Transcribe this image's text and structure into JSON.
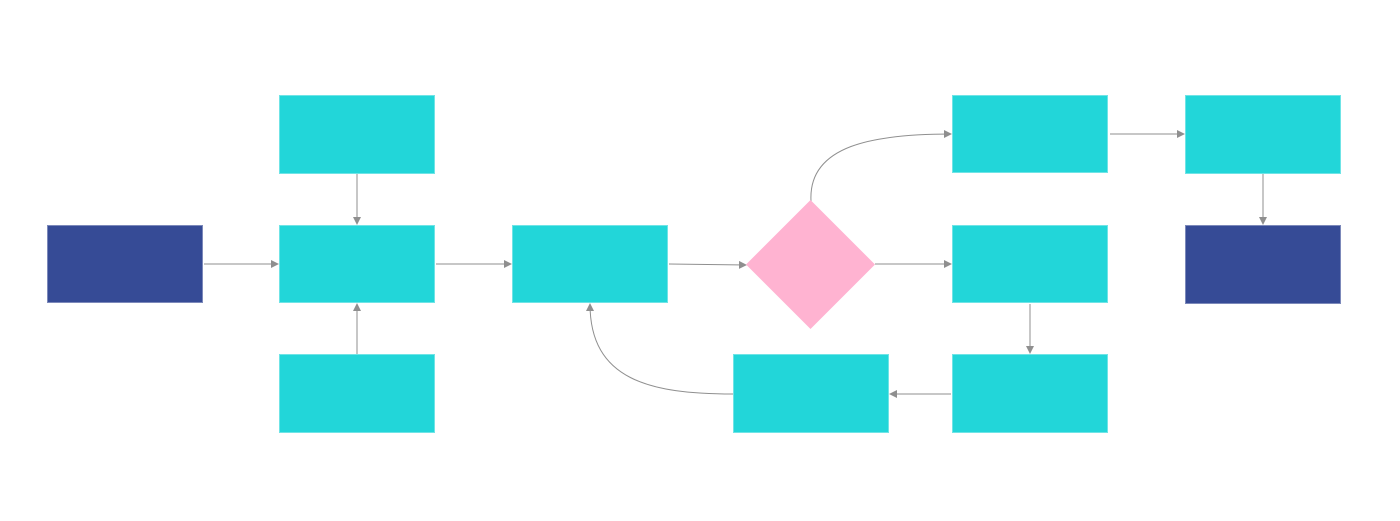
{
  "diagram": {
    "type": "flowchart",
    "colors": {
      "background": "#ffffff",
      "terminal": "#364b96",
      "process": "#22d6d9",
      "decision": "#ffb3d1",
      "connector": "#8f8f8f"
    },
    "nodes": [
      {
        "id": "start",
        "shape": "terminal",
        "label": ""
      },
      {
        "id": "input-top",
        "shape": "process",
        "label": ""
      },
      {
        "id": "merge",
        "shape": "process",
        "label": ""
      },
      {
        "id": "input-bottom",
        "shape": "process",
        "label": ""
      },
      {
        "id": "process",
        "shape": "process",
        "label": ""
      },
      {
        "id": "decision",
        "shape": "decision",
        "label": ""
      },
      {
        "id": "branch-top",
        "shape": "process",
        "label": ""
      },
      {
        "id": "branch-top-next",
        "shape": "process",
        "label": ""
      },
      {
        "id": "end",
        "shape": "terminal",
        "label": ""
      },
      {
        "id": "branch-middle",
        "shape": "process",
        "label": ""
      },
      {
        "id": "branch-middle-next",
        "shape": "process",
        "label": ""
      },
      {
        "id": "loop-back",
        "shape": "process",
        "label": ""
      }
    ],
    "edges": [
      {
        "from": "start",
        "to": "merge"
      },
      {
        "from": "input-top",
        "to": "merge"
      },
      {
        "from": "input-bottom",
        "to": "merge"
      },
      {
        "from": "merge",
        "to": "process"
      },
      {
        "from": "process",
        "to": "decision"
      },
      {
        "from": "decision",
        "to": "branch-top"
      },
      {
        "from": "decision",
        "to": "branch-middle"
      },
      {
        "from": "branch-top",
        "to": "branch-top-next"
      },
      {
        "from": "branch-top-next",
        "to": "end"
      },
      {
        "from": "branch-middle",
        "to": "branch-middle-next"
      },
      {
        "from": "branch-middle-next",
        "to": "loop-back"
      },
      {
        "from": "loop-back",
        "to": "process"
      }
    ]
  }
}
